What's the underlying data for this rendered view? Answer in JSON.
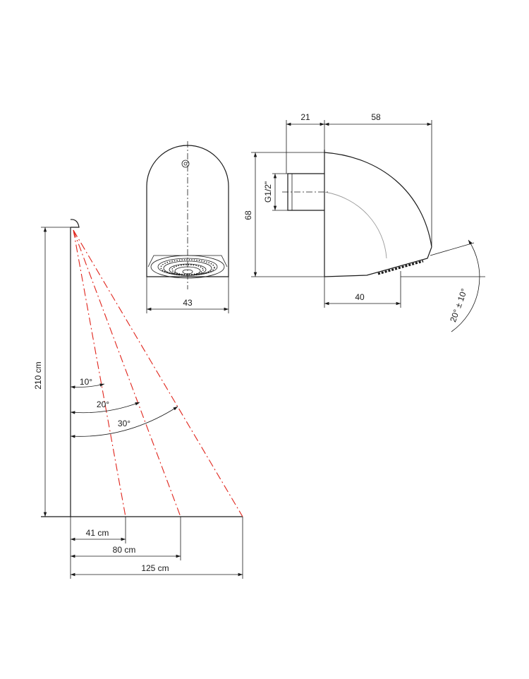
{
  "colors": {
    "line": "#1a1a1a",
    "spray_rays": "#e0241b"
  },
  "front_view": {
    "width_dim": "43"
  },
  "side_view": {
    "dim_top_left": "21",
    "dim_top_right": "58",
    "dim_height": "68",
    "dim_bottom": "40",
    "thread_label": "G1/2\"",
    "tilt_angle": "20°  ± 10°"
  },
  "spray_diagram": {
    "height_label": "210 cm",
    "angles": [
      "10°",
      "20°",
      "30°"
    ],
    "distances": [
      "41 cm",
      "80 cm",
      "125 cm"
    ]
  }
}
